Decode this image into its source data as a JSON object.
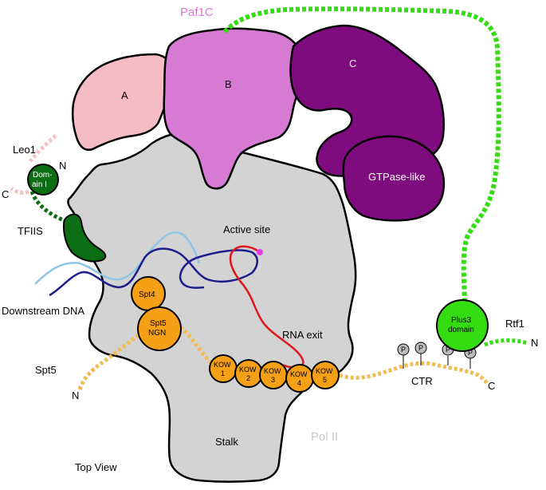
{
  "labels": {
    "paf1c": "Paf1C",
    "a": "A",
    "b": "B",
    "c": "C",
    "gtpase": "GTPase-like",
    "leo1": "Leo1",
    "n_leo": "N",
    "c_leo": "C",
    "domain1_line1": "Dom-",
    "domain1_line2": "ain I",
    "tfiis": "TFIIS",
    "active_site": "Active site",
    "downstream_dna": "Downstream DNA",
    "spt4": "Spt4",
    "spt5_line1": "Spt5",
    "spt5_line2": "NGN",
    "kow1_a": "KOW",
    "kow1_b": "1",
    "kow2_a": "KOW",
    "kow2_b": "2",
    "kow3_a": "KOW",
    "kow3_b": "3",
    "kow4_a": "KOW",
    "kow4_b": "4",
    "kow5_a": "KOW",
    "kow5_b": "5",
    "rna_exit": "RNA exit",
    "spt5": "Spt5",
    "n_spt5": "N",
    "ctr": "CTR",
    "c_ctr": "C",
    "plus3_line1": "Plus3",
    "plus3_line2": "domain",
    "rtf1": "Rtf1",
    "n_rtf1": "N",
    "p": "P",
    "stalk": "Stalk",
    "pol2": "Pol II",
    "top_view": "Top View"
  },
  "colors": {
    "pol2": "#d3d3d3",
    "a": "#f6bcc4",
    "b": "#d67ad3",
    "c": "#7e0c7e",
    "green_dark": "#0b6e15",
    "green_light": "#33dd11",
    "orange": "#f5a016",
    "orange_tail": "#f2bc55",
    "dna_dark": "#1c1c8c",
    "dna_light": "#8ec4e6",
    "rna": "#e0161b",
    "active_site": "#e040e0",
    "pol2_label": "#c8c8c8",
    "paf1c_label": "#d67ad3",
    "leo1_tail": "#f6c1c7",
    "phospho": "#bdbdbd"
  }
}
